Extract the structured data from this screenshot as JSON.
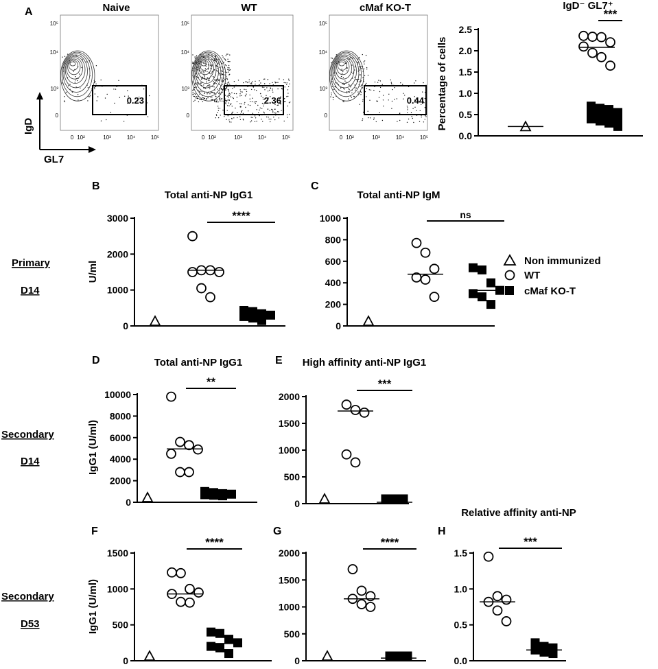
{
  "flow": {
    "panel_letter": "A",
    "axis_labels": {
      "y": "IgD",
      "x": "GL7"
    },
    "y_ticks": [
      "10⁵",
      "10⁴",
      "10³",
      "0"
    ],
    "x_ticks": [
      "0",
      "10²",
      "10³",
      "10⁴",
      "10⁵"
    ],
    "plots": [
      {
        "title": "Naive",
        "gate_value": "0.23"
      },
      {
        "title": "WT",
        "gate_value": "2.36"
      },
      {
        "title": "cMaf KO-T",
        "gate_value": "0.44"
      }
    ]
  },
  "rows": [
    {
      "label_line1": "Primary",
      "label_line2": "D14"
    },
    {
      "label_line1": "Secondary",
      "label_line2": "D14"
    },
    {
      "label_line1": "Secondary",
      "label_line2": "D53"
    }
  ],
  "legend": {
    "colors": {
      "stroke": "#000000",
      "fill_ko": "#000000"
    },
    "items": [
      {
        "label": "Non immunized",
        "marker": "open-triangle"
      },
      {
        "label": "WT",
        "marker": "open-circle"
      },
      {
        "label": "cMaf KO-T",
        "marker": "filled-square"
      }
    ]
  },
  "chart_data": [
    {
      "id": "A-right",
      "type": "scatter",
      "letter": "",
      "title": "IgD⁻ GL7⁺",
      "xlabel": "",
      "ylabel": "Percentage of cells",
      "ylim": [
        0,
        2.5
      ],
      "yticks": [
        0.0,
        0.5,
        1.0,
        1.5,
        2.0,
        2.5
      ],
      "ytick_labels": [
        "0.0",
        "0.5",
        "1.0",
        "1.5",
        "2.0",
        "2.5"
      ],
      "groups": [
        {
          "name": "Non immunized",
          "values": [
            0.22
          ],
          "median": 0.22
        },
        {
          "name": "WT",
          "values": [
            2.35,
            2.33,
            2.32,
            2.2,
            2.1,
            1.95,
            1.85,
            1.65
          ],
          "median": 2.08
        },
        {
          "name": "cMaf KO-T",
          "values": [
            0.7,
            0.65,
            0.62,
            0.55,
            0.52,
            0.5,
            0.45,
            0.42,
            0.4,
            0.35,
            0.3,
            0.22
          ],
          "median": 0.45
        }
      ],
      "sig": {
        "text": "***",
        "from": 1,
        "to": 2
      }
    },
    {
      "id": "B",
      "type": "scatter",
      "letter": "B",
      "title": "Total anti-NP IgG1",
      "xlabel": "",
      "ylabel": "U/ml",
      "ylim": [
        0,
        3000
      ],
      "yticks": [
        0,
        1000,
        2000,
        3000
      ],
      "ytick_labels": [
        "0",
        "1000",
        "2000",
        "3000"
      ],
      "groups": [
        {
          "name": "Non immunized",
          "values": [
            0
          ],
          "median": null
        },
        {
          "name": "WT",
          "values": [
            2500,
            1550,
            1550,
            1500,
            1500,
            1050,
            800
          ],
          "median": 1550
        },
        {
          "name": "cMaf KO-T",
          "values": [
            430,
            400,
            340,
            300,
            260,
            220,
            150
          ],
          "median": 300
        }
      ],
      "sig": {
        "text": "****",
        "from": 1,
        "to": 2
      }
    },
    {
      "id": "C",
      "type": "scatter",
      "letter": "C",
      "title": "Total anti-NP IgM",
      "xlabel": "",
      "ylabel": "",
      "ylim": [
        0,
        1000
      ],
      "yticks": [
        0,
        200,
        400,
        600,
        800,
        1000
      ],
      "ytick_labels": [
        "0",
        "200",
        "400",
        "600",
        "800",
        "1000"
      ],
      "groups": [
        {
          "name": "Non immunized",
          "values": [
            0
          ],
          "median": null
        },
        {
          "name": "WT",
          "values": [
            770,
            680,
            530,
            450,
            430,
            270
          ],
          "median": 480
        },
        {
          "name": "cMaf KO-T",
          "values": [
            540,
            520,
            400,
            330,
            300,
            270,
            200
          ],
          "median": 330
        }
      ],
      "sig": {
        "text": "ns",
        "from": 1,
        "to": 2
      }
    },
    {
      "id": "D",
      "type": "scatter",
      "letter": "D",
      "title": "Total anti-NP IgG1",
      "xlabel": "",
      "ylabel": "IgG1 (U/ml)",
      "ylim": [
        0,
        10000
      ],
      "yticks": [
        0,
        2000,
        4000,
        6000,
        8000,
        10000
      ],
      "ytick_labels": [
        "0",
        "2000",
        "4000",
        "6000",
        "8000",
        "10000"
      ],
      "groups": [
        {
          "name": "Non immunized",
          "values": [
            0
          ],
          "median": null
        },
        {
          "name": "WT",
          "values": [
            9800,
            5600,
            5300,
            4900,
            4500,
            2800,
            2800
          ],
          "median": 4950
        },
        {
          "name": "cMaf KO-T",
          "values": [
            1000,
            900,
            800,
            750,
            700,
            650,
            600
          ],
          "median": 750
        }
      ],
      "sig": {
        "text": "**",
        "from": 1,
        "to": 2
      }
    },
    {
      "id": "E",
      "type": "scatter",
      "letter": "E",
      "title": "High affinity anti-NP IgG1",
      "xlabel": "",
      "ylabel": "",
      "ylim": [
        0,
        2000
      ],
      "yticks": [
        0,
        500,
        1000,
        1500,
        2000
      ],
      "ytick_labels": [
        "0",
        "500",
        "1000",
        "1500",
        "2000"
      ],
      "groups": [
        {
          "name": "Non immunized",
          "values": [
            0
          ],
          "median": null
        },
        {
          "name": "WT",
          "values": [
            1850,
            1750,
            1700,
            920,
            770
          ],
          "median": 1730
        },
        {
          "name": "cMaf KO-T",
          "values": [
            40,
            35,
            30,
            25,
            20,
            15
          ],
          "median": 25
        }
      ],
      "sig": {
        "text": "***",
        "from": 1,
        "to": 2
      }
    },
    {
      "id": "F",
      "type": "scatter",
      "letter": "F",
      "title": "",
      "xlabel": "",
      "ylabel": "IgG1 (U/ml)",
      "ylim": [
        0,
        1500
      ],
      "yticks": [
        0,
        500,
        1000,
        1500
      ],
      "ytick_labels": [
        "0",
        "500",
        "1000",
        "1500"
      ],
      "groups": [
        {
          "name": "Non immunized",
          "values": [
            0
          ],
          "median": null
        },
        {
          "name": "WT",
          "values": [
            1230,
            1220,
            1000,
            950,
            930,
            820,
            810
          ],
          "median": 930
        },
        {
          "name": "cMaf KO-T",
          "values": [
            400,
            380,
            300,
            250,
            200,
            180,
            100
          ],
          "median": 240
        }
      ],
      "sig": {
        "text": "****",
        "from": 1,
        "to": 2
      }
    },
    {
      "id": "G",
      "type": "scatter",
      "letter": "G",
      "title": "",
      "xlabel": "",
      "ylabel": "",
      "ylim": [
        0,
        2000
      ],
      "yticks": [
        0,
        500,
        1000,
        1500,
        2000
      ],
      "ytick_labels": [
        "0",
        "500",
        "1000",
        "1500",
        "2000"
      ],
      "groups": [
        {
          "name": "Non immunized",
          "values": [
            0
          ],
          "median": null
        },
        {
          "name": "WT",
          "values": [
            1700,
            1300,
            1200,
            1150,
            1050,
            1000
          ],
          "median": 1150
        },
        {
          "name": "cMaf KO-T",
          "values": [
            60,
            55,
            50,
            45,
            40,
            35
          ],
          "median": 50
        }
      ],
      "sig": {
        "text": "****",
        "from": 1,
        "to": 2
      }
    },
    {
      "id": "H",
      "type": "scatter",
      "letter": "H",
      "title": "Relative affinity anti-NP",
      "xlabel": "",
      "ylabel": "",
      "ylim": [
        0,
        1.5
      ],
      "yticks": [
        0,
        0.5,
        1.0,
        1.5
      ],
      "ytick_labels": [
        "0.0",
        "0.5",
        "1.0",
        "1.5"
      ],
      "groups": [
        {
          "name": "WT",
          "values": [
            1.45,
            0.9,
            0.85,
            0.82,
            0.7,
            0.55
          ],
          "median": 0.82
        },
        {
          "name": "cMaf KO-T",
          "values": [
            0.25,
            0.2,
            0.18,
            0.15,
            0.12,
            0.1
          ],
          "median": 0.15
        }
      ],
      "sig": {
        "text": "***",
        "from": 0,
        "to": 1
      }
    }
  ]
}
